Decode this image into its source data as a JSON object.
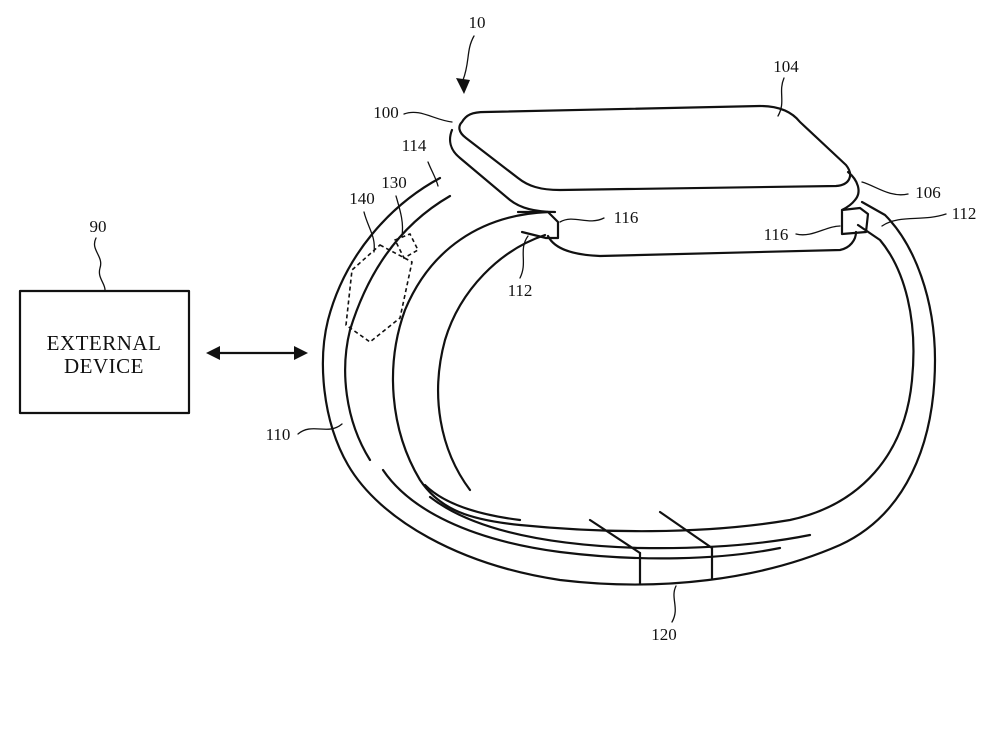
{
  "external_device": {
    "label_line1": "EXTERNAL",
    "label_line2": "DEVICE",
    "ref": "90"
  },
  "references": {
    "r10": "10",
    "r100": "100",
    "r104": "104",
    "r106": "106",
    "r110": "110",
    "r112_left": "112",
    "r112_right": "112",
    "r114": "114",
    "r116_left": "116",
    "r116_right": "116",
    "r120": "120",
    "r130": "130",
    "r140": "140"
  }
}
